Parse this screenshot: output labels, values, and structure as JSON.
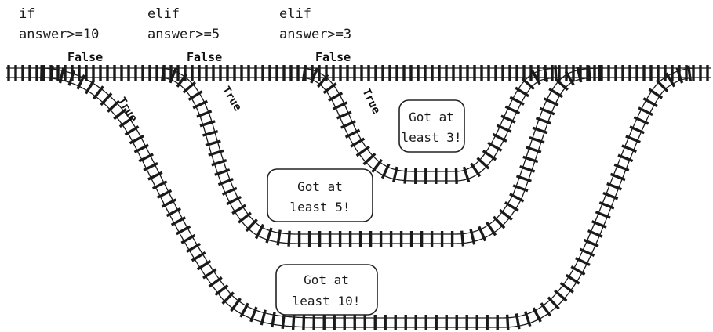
{
  "conditions": [
    {
      "keyword": "if",
      "expression": "answer>=10"
    },
    {
      "keyword": "elif",
      "expression": "answer>=5"
    },
    {
      "keyword": "elif",
      "expression": "answer>=3"
    }
  ],
  "branch_labels": {
    "false": "False",
    "true": "True"
  },
  "boxes": [
    {
      "line1": "Got at",
      "line2": "least 3!"
    },
    {
      "line1": "Got at",
      "line2": "least 5!"
    },
    {
      "line1": "Got at",
      "line2": "least 10!"
    }
  ],
  "colors": {
    "track": "#1a1a1a",
    "background": "#ffffff"
  }
}
